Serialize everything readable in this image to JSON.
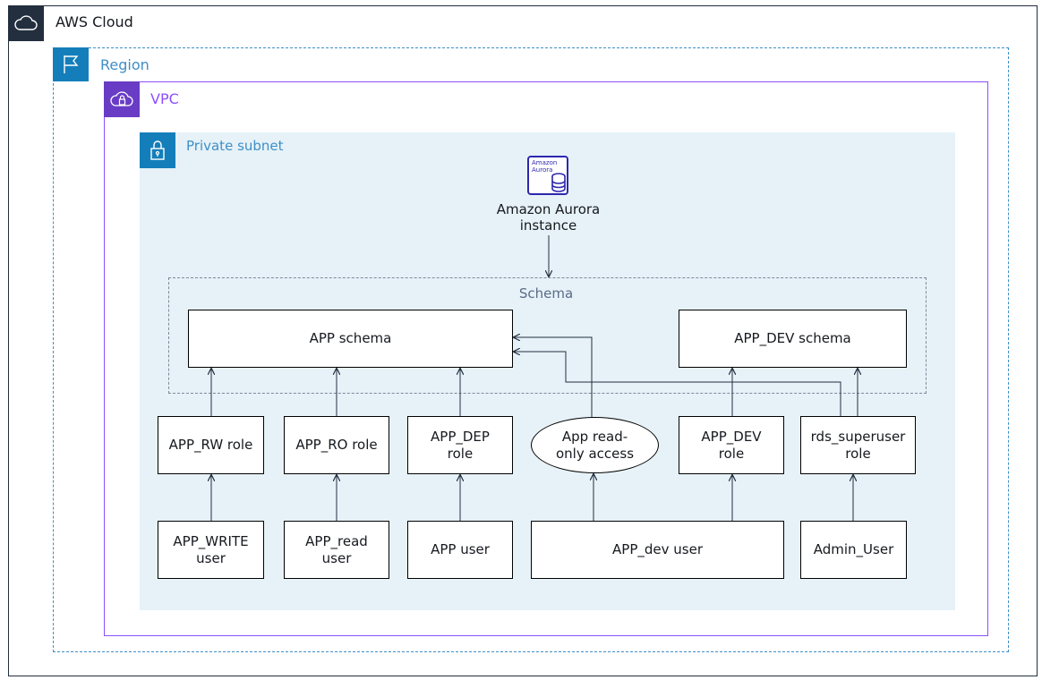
{
  "containers": {
    "aws_cloud": "AWS Cloud",
    "region": "Region",
    "vpc": "VPC",
    "private_subnet": "Private subnet",
    "schema": "Schema"
  },
  "database": {
    "label_line1": "Amazon Aurora",
    "label_line2": "instance",
    "icon_text_line1": "Amazon",
    "icon_text_line2": "Aurora",
    "icon": "aurora-database-icon"
  },
  "schemas": {
    "app": "APP schema",
    "app_dev": "APP_DEV schema"
  },
  "roles": {
    "app_rw": "APP_RW role",
    "app_ro": "APP_RO role",
    "app_dep_line1": "APP_DEP",
    "app_dep_line2": "role",
    "app_readonly_line1": "App read-",
    "app_readonly_line2": "only access",
    "app_dev_line1": "APP_DEV",
    "app_dev_line2": "role",
    "rds_superuser_line1": "rds_superuser",
    "rds_superuser_line2": "role"
  },
  "users": {
    "app_write_line1": "APP_WRITE",
    "app_write_line2": "user",
    "app_read_line1": "APP_read",
    "app_read_line2": "user",
    "app_user": "APP user",
    "app_dev_user": "APP_dev user",
    "admin_user": "Admin_User"
  },
  "colors": {
    "aws_cloud": "#232f3e",
    "region": "#147eba",
    "vpc": "#8c4fff",
    "subnet_fill": "#e6f2f8",
    "aurora": "#2e27ad"
  }
}
